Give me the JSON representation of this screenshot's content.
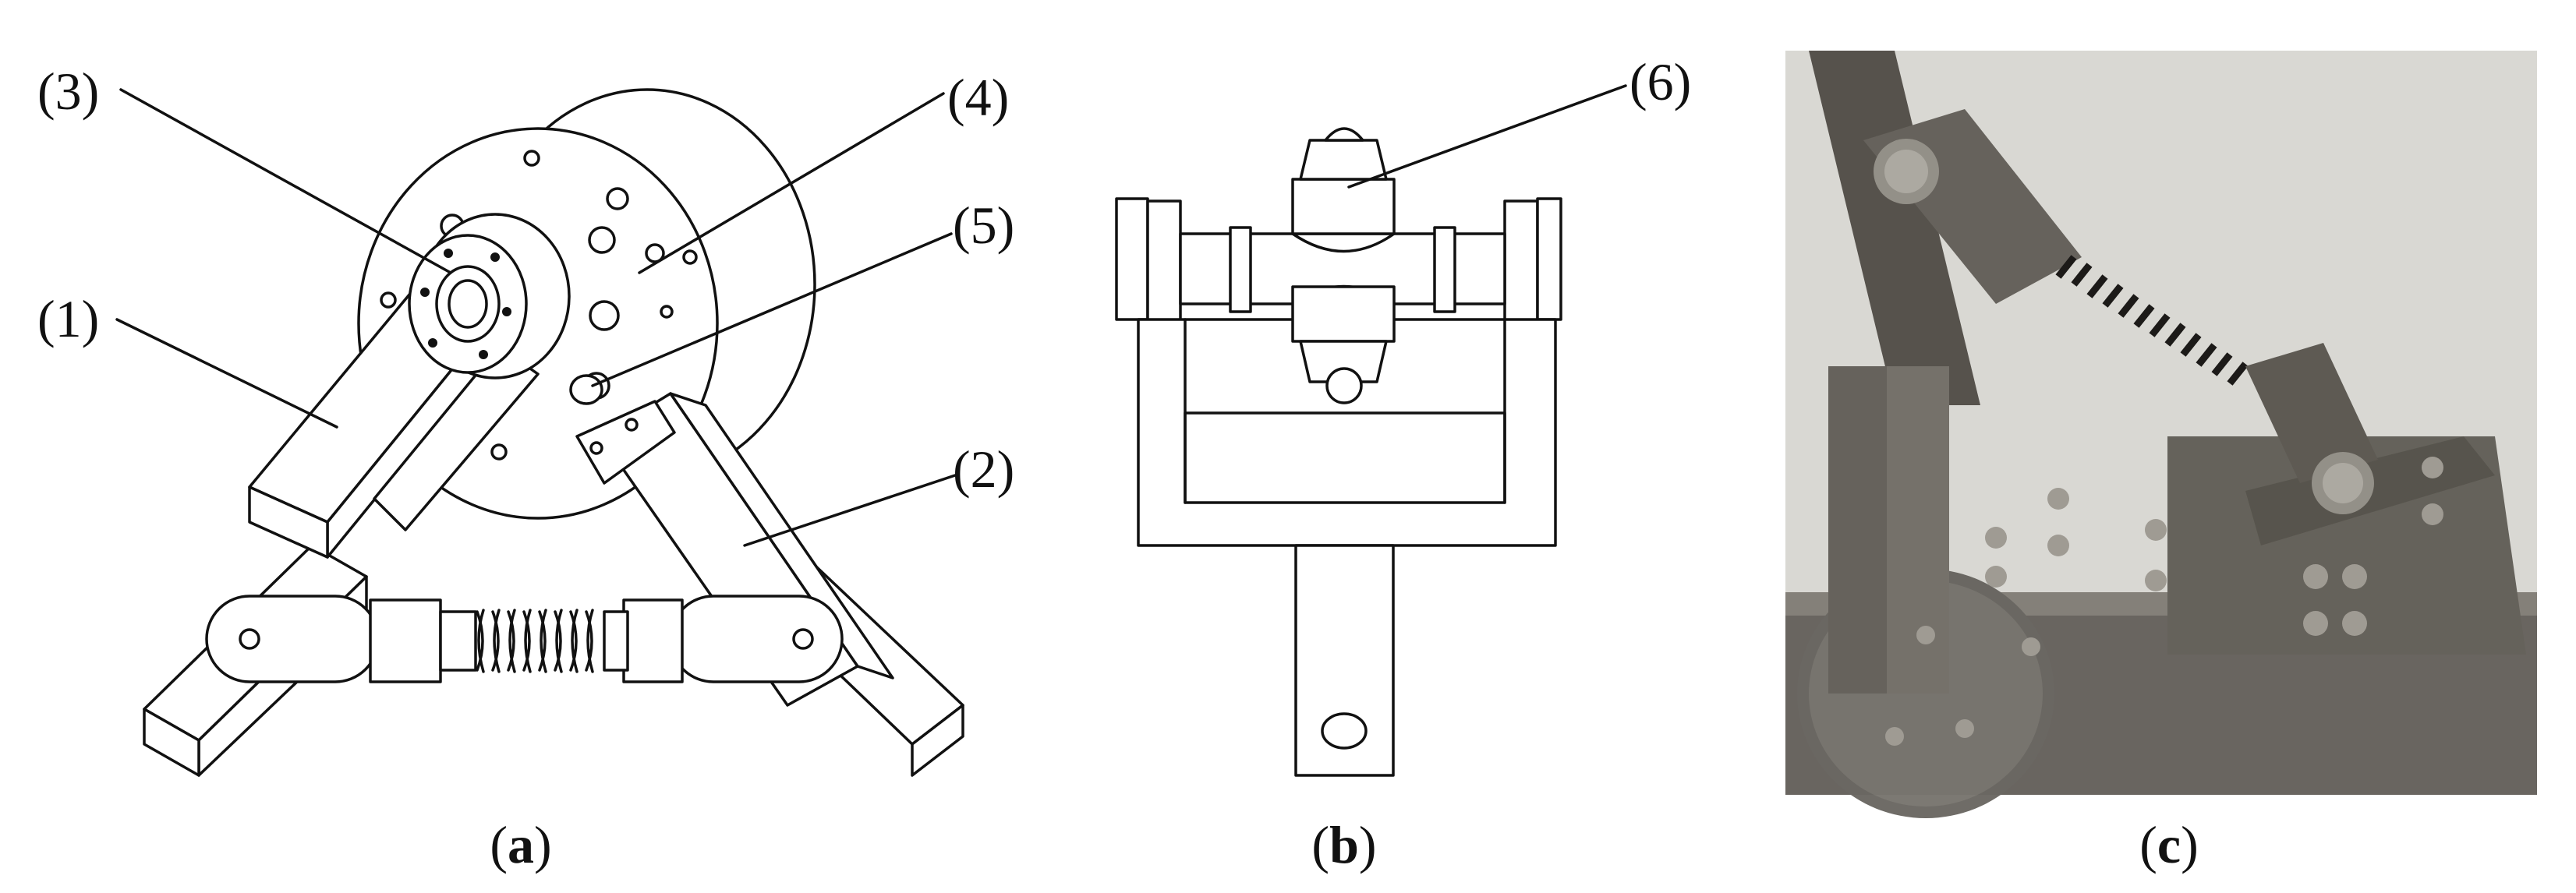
{
  "panels": [
    {
      "id": "a",
      "caption": "a"
    },
    {
      "id": "b",
      "caption": "b"
    },
    {
      "id": "c",
      "caption": "c"
    }
  ],
  "callouts": [
    "(1)",
    "(2)",
    "(3)",
    "(4)",
    "(5)",
    "(6)"
  ]
}
